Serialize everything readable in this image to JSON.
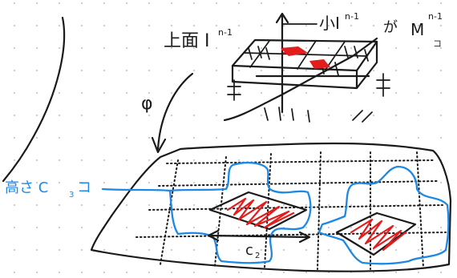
{
  "labels": {
    "top_left": "上⾯ I",
    "top_left_sup": "n-1",
    "top_right_a": "小I",
    "top_right_a_sup": "n-1",
    "top_right_mid": "が",
    "top_right_m": "M",
    "top_right_m_sup": "n-1",
    "top_right_m_sub": "コ",
    "phi": "φ",
    "left_blue": "高さ C",
    "left_blue_sub": "3",
    "left_blue_tail": "コ",
    "c2": "c",
    "c2_sub": "2"
  },
  "colors": {
    "ink": "#1a1a1a",
    "blue": "#1e88e5",
    "red": "#e11d1d"
  }
}
